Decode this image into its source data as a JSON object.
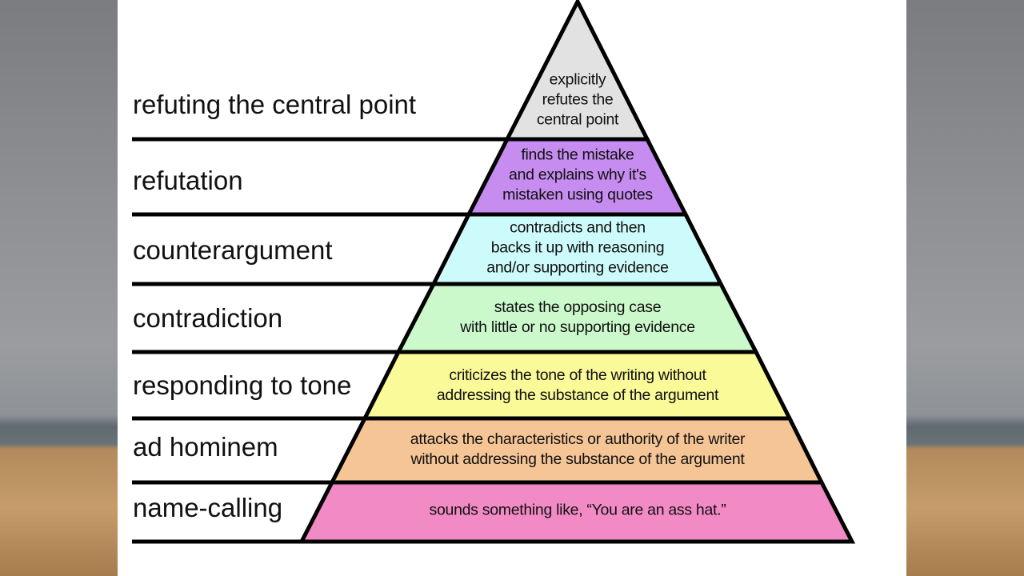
{
  "diagram": {
    "levels": [
      {
        "label": "refuting the central point",
        "description": [
          "explicitly",
          "refutes the",
          "central point"
        ],
        "color": "#e2e2e2"
      },
      {
        "label": "refutation",
        "description": [
          "finds the mistake",
          "and explains why it's",
          "mistaken using quotes"
        ],
        "color": "#c68cf0"
      },
      {
        "label": "counterargument",
        "description": [
          "contradicts and then",
          "backs it up with reasoning",
          "and/or supporting evidence"
        ],
        "color": "#cdfafa"
      },
      {
        "label": "contradiction",
        "description": [
          "states the opposing case",
          "with little or no supporting evidence"
        ],
        "color": "#ccf9cc"
      },
      {
        "label": "responding to tone",
        "description": [
          "criticizes the tone of the writing without",
          "addressing the substance of the argument"
        ],
        "color": "#fafa99"
      },
      {
        "label": "ad hominem",
        "description": [
          "attacks the characteristics or authority of the writer",
          "without addressing the substance of the argument"
        ],
        "color": "#f6c596"
      },
      {
        "label": "name-calling",
        "description": [
          "sounds something like, “You are an ass hat.”"
        ],
        "color": "#f28ac6"
      }
    ]
  }
}
